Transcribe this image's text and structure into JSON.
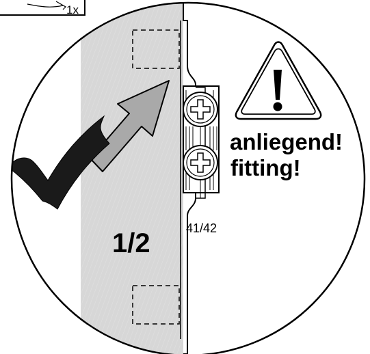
{
  "corner_inset": {
    "quantity": "1x"
  },
  "panel": {
    "fraction": "1/2"
  },
  "part": {
    "number": "41/42"
  },
  "warning": {
    "line1": "anliegend!",
    "line2": "fitting!",
    "icon": "exclamation-triangle-icon"
  },
  "check": {
    "icon": "checkmark-icon"
  },
  "colors": {
    "panel_fill": "#d7d7d7",
    "stroke": "#000000",
    "arrow_fill": "#a9a9a9",
    "check_fill": "#1a1a1a",
    "background": "#ffffff"
  }
}
